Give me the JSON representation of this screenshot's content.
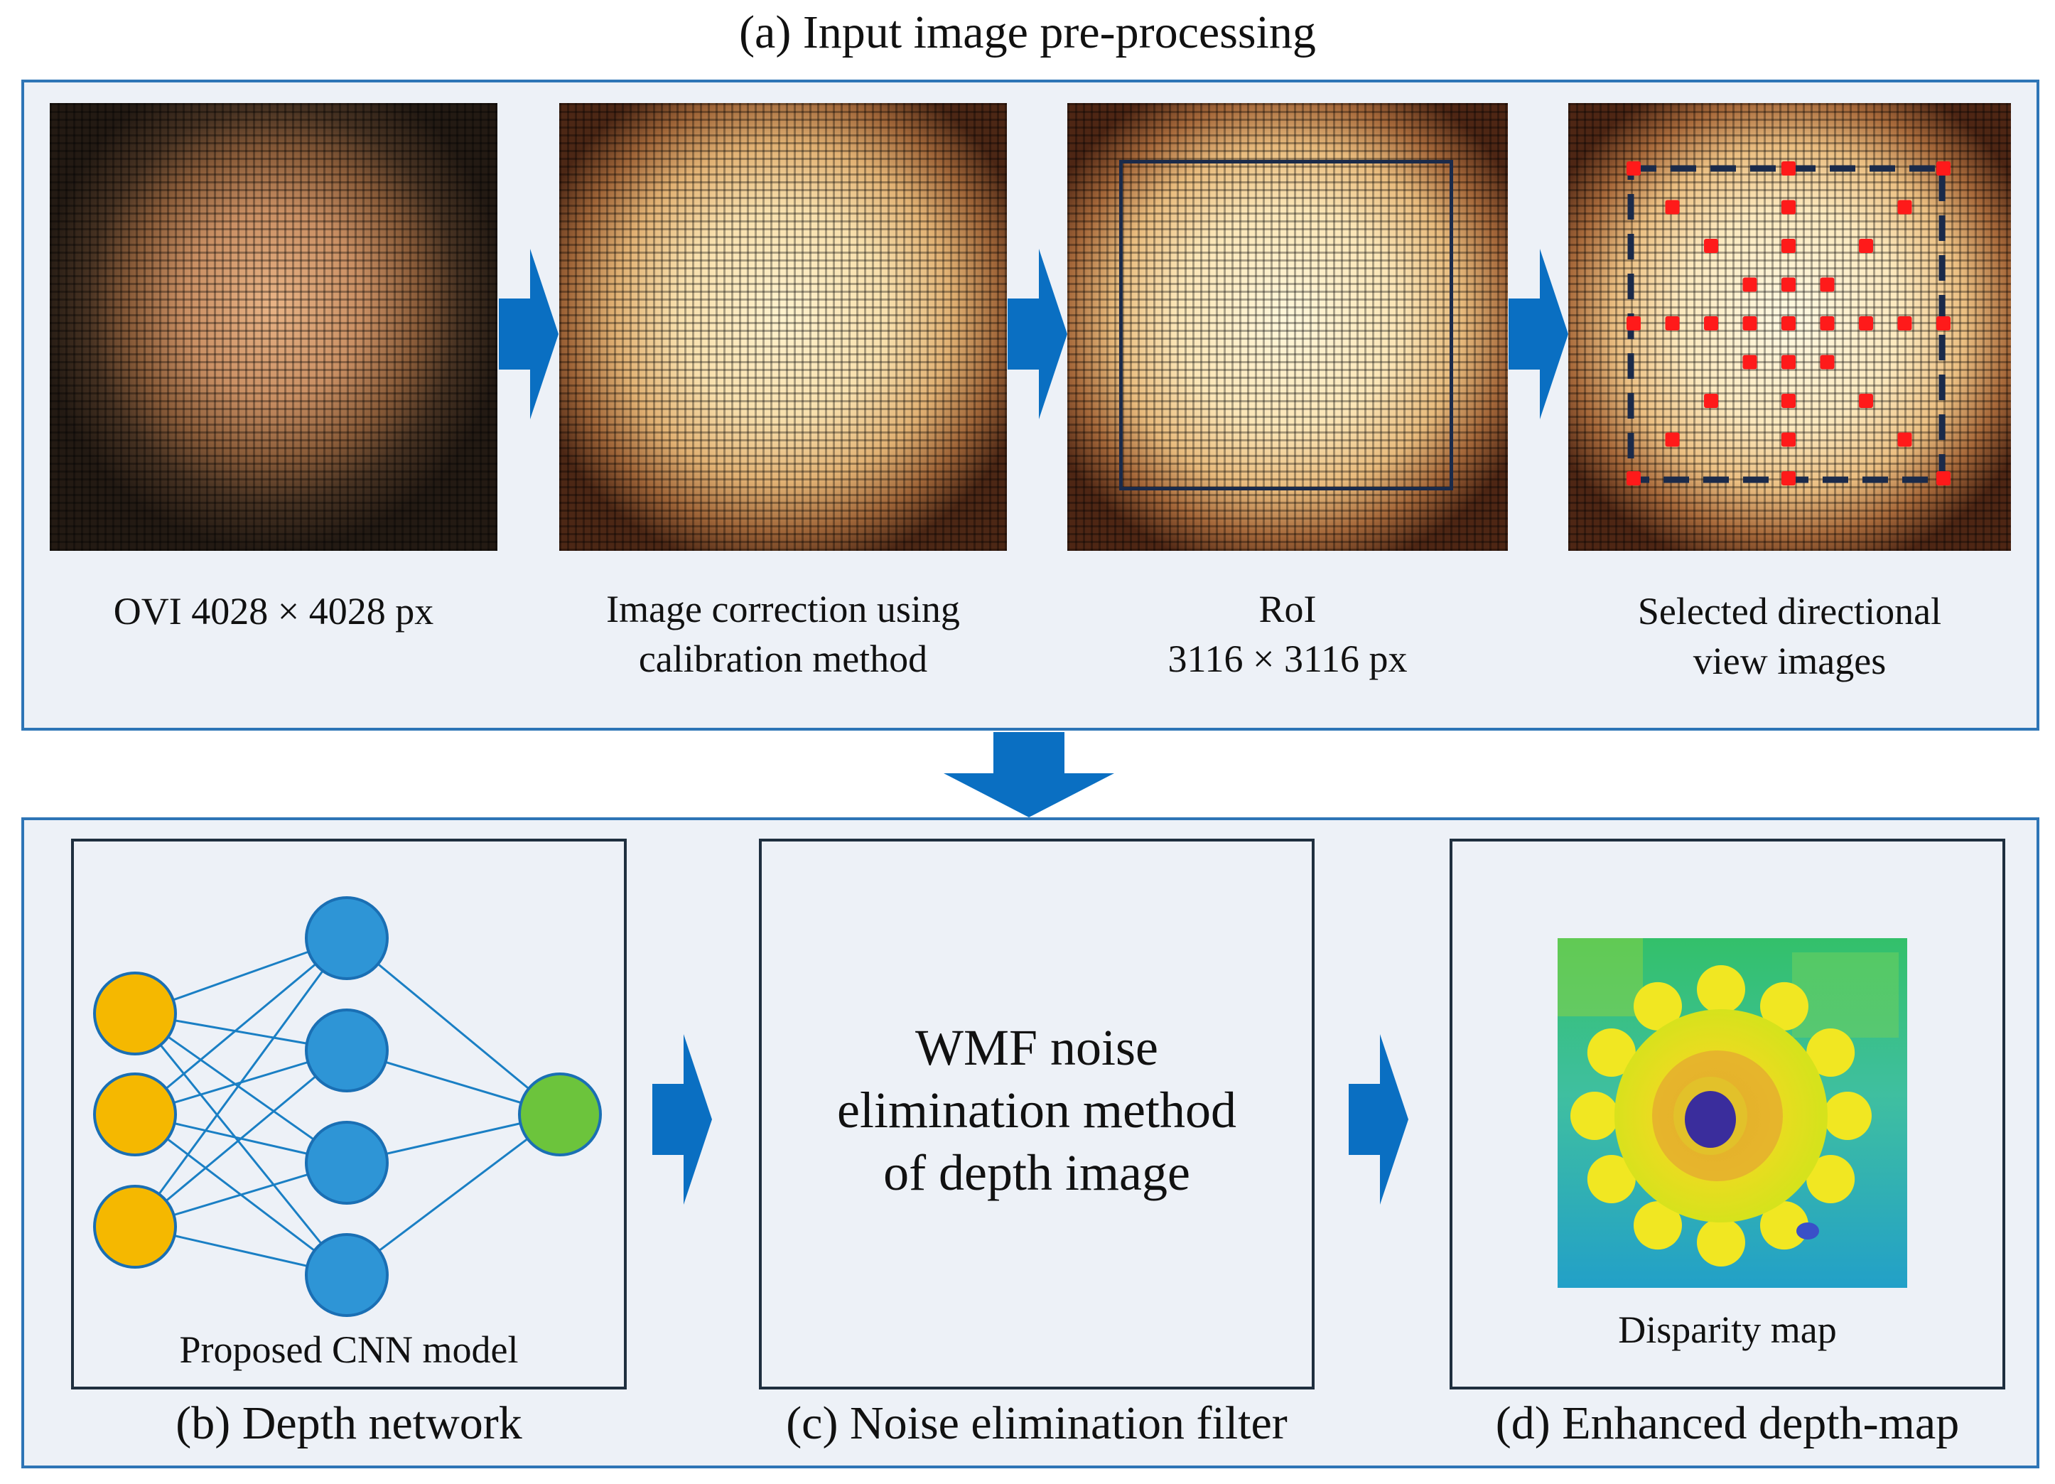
{
  "panel_a": {
    "title": "(a) Input image pre-processing",
    "steps": [
      {
        "caption_lines": [
          "OVI 4028 × 4028 px"
        ],
        "image": "raw-lens-array-image"
      },
      {
        "caption_lines": [
          "Image correction using",
          "calibration method"
        ],
        "image": "corrected-lens-array-image"
      },
      {
        "caption_lines": [
          "RoI",
          "3116 × 3116 px"
        ],
        "image": "roi-selected-image"
      },
      {
        "caption_lines": [
          "Selected directional",
          "view images"
        ],
        "image": "directional-view-selection-image"
      }
    ]
  },
  "panel_b": {
    "title": "(b) Depth network",
    "inner_caption": "Proposed CNN model",
    "network": {
      "input_nodes": 3,
      "hidden_nodes": 4,
      "output_nodes": 1
    }
  },
  "panel_c": {
    "title": "(c) Noise elimination filter",
    "text_lines": [
      "WMF noise",
      "elimination method",
      "of depth image"
    ]
  },
  "panel_d": {
    "title": "(d) Enhanced depth-map",
    "inner_caption": "Disparity map"
  },
  "colors": {
    "panel_border": "#2e75b6",
    "panel_fill": "#edf1f7",
    "arrow": "#0a6fc2",
    "input_node": "#f5b800",
    "hidden_node": "#2e95d6",
    "output_node": "#6cc43c",
    "marker_red": "#ff1a1a",
    "roi_frame": "#1a2a4a"
  }
}
